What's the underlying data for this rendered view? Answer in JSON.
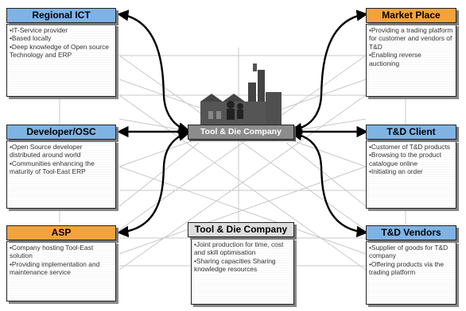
{
  "center": {
    "title": "Tool & Die Company"
  },
  "nodes": {
    "regional_ict": {
      "title": "Regional ICT",
      "color": "#7fb3e4",
      "items": [
        "•IT-Service provider",
        "•Based locally",
        "•Deep knowledge of Open source Technology and ERP"
      ]
    },
    "developer_osc": {
      "title": "Developer/OSC",
      "color": "#7fb3e4",
      "items": [
        "•Open Source developer distributed around world",
        "•Communities enhancing the maturity of Tool-East ERP"
      ]
    },
    "asp": {
      "title": "ASP",
      "color": "#f2a33c",
      "items": [
        "•Company hosting Tool-East solution",
        "•Providing implementation and maintenance service"
      ]
    },
    "market_place": {
      "title": "Market Place",
      "color": "#f2a33c",
      "items": [
        "•Providing a trading platform for customer and vendors of T&D",
        "•Enabling reverse auctioning"
      ]
    },
    "td_client": {
      "title": "T&D Client",
      "color": "#7fb3e4",
      "items": [
        "•Customer of T&D products",
        "•Browsing to the product catalogue online",
        "•Initiating an order"
      ]
    },
    "td_vendors": {
      "title": "T&D Vendors",
      "color": "#7fb3e4",
      "items": [
        "•Supplier of goods for T&D company",
        "•Offering products via the trading platform"
      ]
    },
    "td_company": {
      "title": "Tool & Die Company",
      "color": "#dedede",
      "items": [
        "•Joint production for time, cost and skill optimisation",
        "•Sharing capacities Sharing knowledge resources"
      ]
    }
  }
}
